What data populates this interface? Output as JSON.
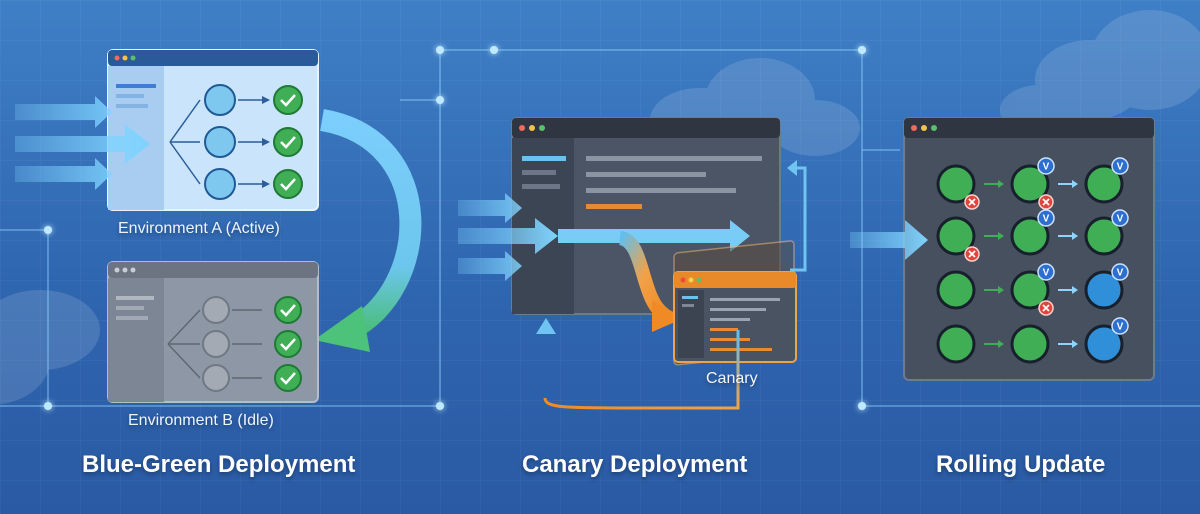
{
  "colors": {
    "background": "#3273ba",
    "arrow_blue": "#5cc0f2",
    "arrow_green": "#3fb96b",
    "canary_orange": "#f0902a",
    "node_green": "#3fae55",
    "node_blue": "#2f8fd8",
    "error_red": "#e0453c"
  },
  "sections": {
    "blue_green": {
      "title": "Blue-Green Deployment",
      "env_a_label": "Environment A (Active)",
      "env_b_label": "Environment B (Idle)"
    },
    "canary": {
      "title": "Canary Deployment",
      "canary_label": "Canary"
    },
    "rolling": {
      "title": "Rolling Update",
      "version_badge": "V"
    }
  }
}
